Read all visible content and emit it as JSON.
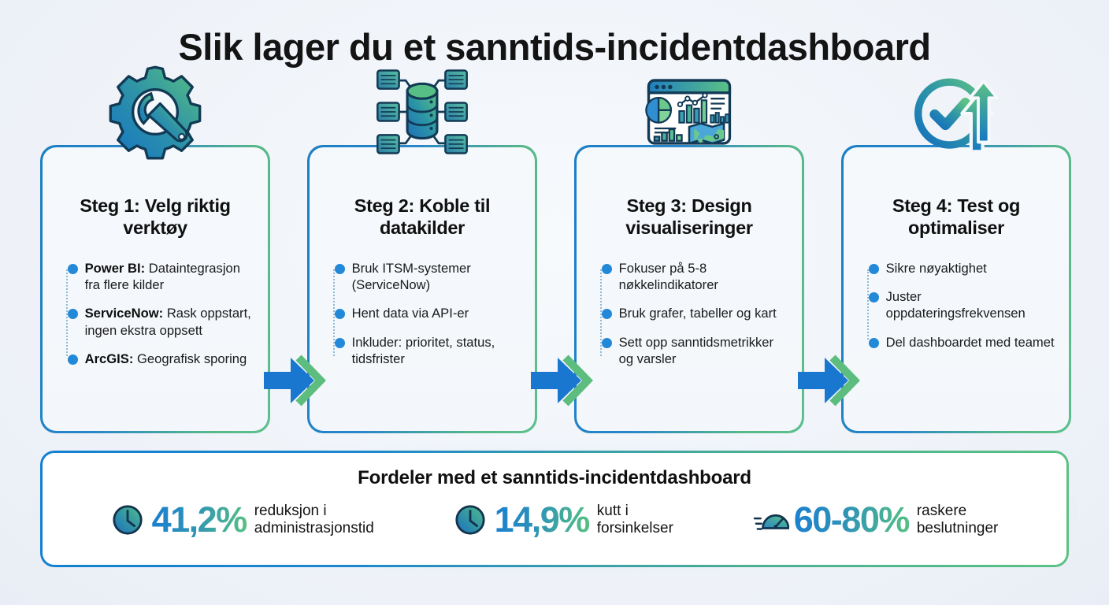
{
  "page": {
    "title": "Slik lager du et sanntids-incidentdashboard",
    "background_color": "#eef2f8",
    "accent_blue": "#1a7fc4",
    "accent_green": "#5cc08c"
  },
  "steps": [
    {
      "icon": "gear-wrench-icon",
      "title": "Steg 1: Velg riktig verktøy",
      "bullets": [
        {
          "lead": "Power BI:",
          "text": " Dataintegrasjon fra flere kilder"
        },
        {
          "lead": "ServiceNow:",
          "text": " Rask oppstart, ingen ekstra oppsett"
        },
        {
          "lead": "ArcGIS:",
          "text": " Geografisk sporing"
        }
      ]
    },
    {
      "icon": "database-network-icon",
      "title": "Steg 2: Koble til datakilder",
      "bullets": [
        {
          "lead": "",
          "text": "Bruk ITSM-systemer (ServiceNow)"
        },
        {
          "lead": "",
          "text": "Hent data via API-er"
        },
        {
          "lead": "",
          "text": "Inkluder: prioritet, status, tidsfrister"
        }
      ]
    },
    {
      "icon": "dashboard-window-icon",
      "title": "Steg 3: Design visualiseringer",
      "bullets": [
        {
          "lead": "",
          "text": "Fokuser på 5-8 nøkkelindikatorer"
        },
        {
          "lead": "",
          "text": "Bruk grafer, tabeller og kart"
        },
        {
          "lead": "",
          "text": "Sett opp sanntidsmetrikker og varsler"
        }
      ]
    },
    {
      "icon": "check-circle-arrows-icon",
      "title": "Steg 4: Test og optimaliser",
      "bullets": [
        {
          "lead": "",
          "text": "Sikre nøyaktighet"
        },
        {
          "lead": "",
          "text": "Juster oppdateringsfrekvensen"
        },
        {
          "lead": "",
          "text": "Del dashboardet med teamet"
        }
      ]
    }
  ],
  "benefits": {
    "title": "Fordeler med et sanntids-incidentdashboard",
    "stats": [
      {
        "icon": "clock-icon",
        "value": "41,2%",
        "label": "reduksjon i\nadministrasjonstid"
      },
      {
        "icon": "clock-icon",
        "value": "14,9%",
        "label": "kutt i\nforsinkelser"
      },
      {
        "icon": "speedometer-icon",
        "value": "60-80%",
        "label": "raskere\nbeslutninger"
      }
    ]
  }
}
